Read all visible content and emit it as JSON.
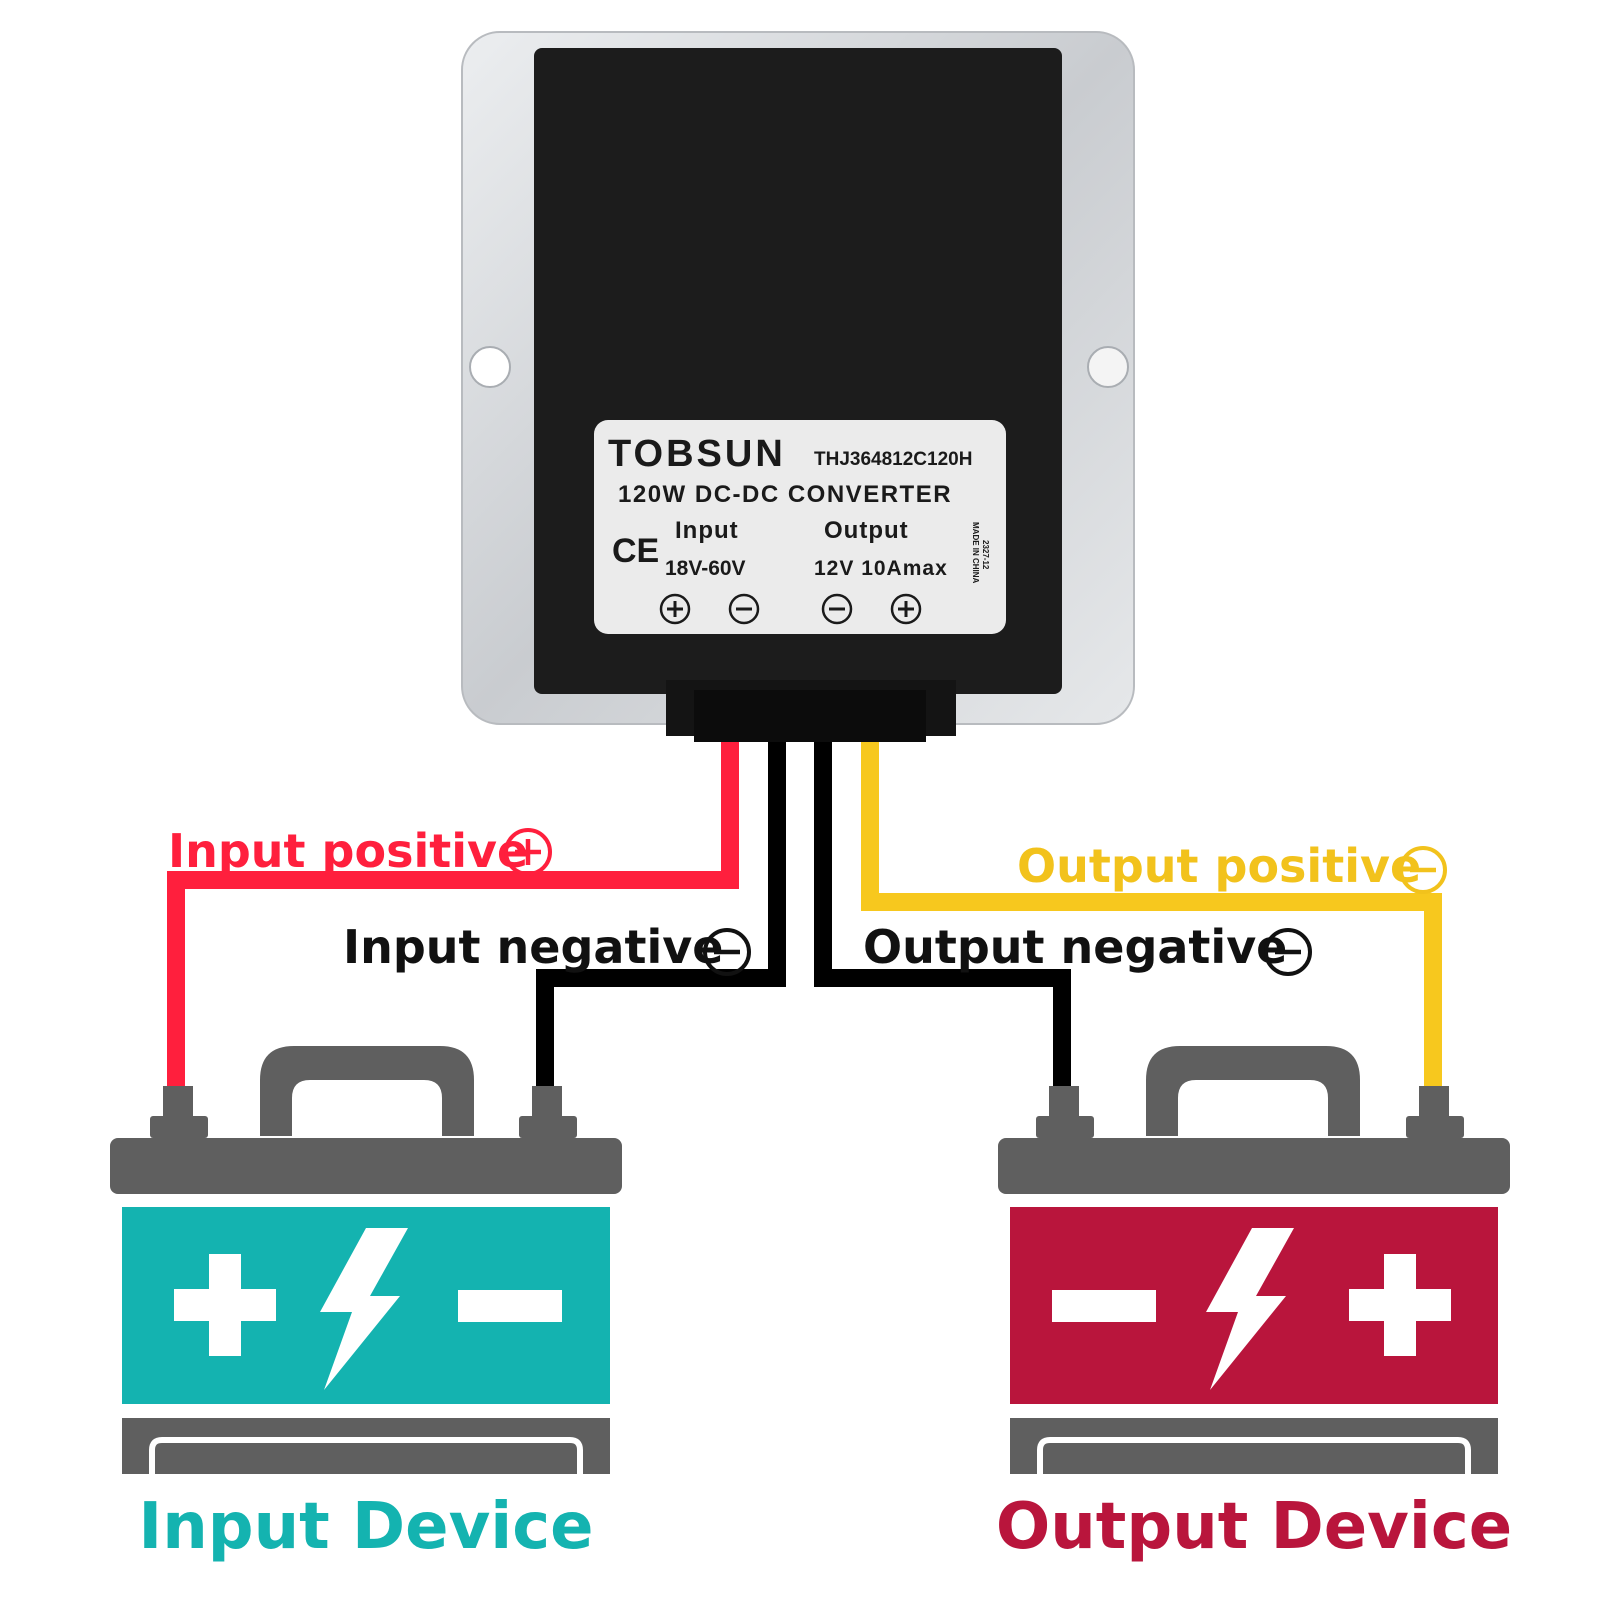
{
  "converter": {
    "brand": "TOBSUN",
    "model": "THJ364812C120H",
    "title": "120W DC-DC CONVERTER",
    "ce_mark": "CE",
    "input_label": "Input",
    "input_range": "18V-60V",
    "output_label": "Output",
    "output_rating": "12V 10Amax",
    "date_code": "2327-12",
    "made_in": "MADE IN CHINA",
    "terminal_symbols": [
      "+",
      "−",
      "−",
      "+"
    ]
  },
  "wires": {
    "input_positive": "Input positive",
    "input_negative": "Input negative",
    "output_positive": "Output positive",
    "output_negative": "Output negative"
  },
  "devices": {
    "input_device": "Input Device",
    "output_device": "Output Device"
  },
  "colors": {
    "input_positive_wire": "#ff1f3d",
    "negative_wire": "#000000",
    "output_positive_wire": "#f7c81e",
    "input_battery": "#14b3b0",
    "output_battery": "#b9153c",
    "battery_gray": "#5f5f5f",
    "converter_body": "#1c1c1c",
    "converter_plate": "#d6d8da"
  },
  "icons": [
    "plus-circle-icon",
    "minus-circle-icon",
    "lightning-bolt-icon",
    "plus-icon",
    "minus-icon",
    "ce-mark-icon",
    "battery-icon"
  ]
}
